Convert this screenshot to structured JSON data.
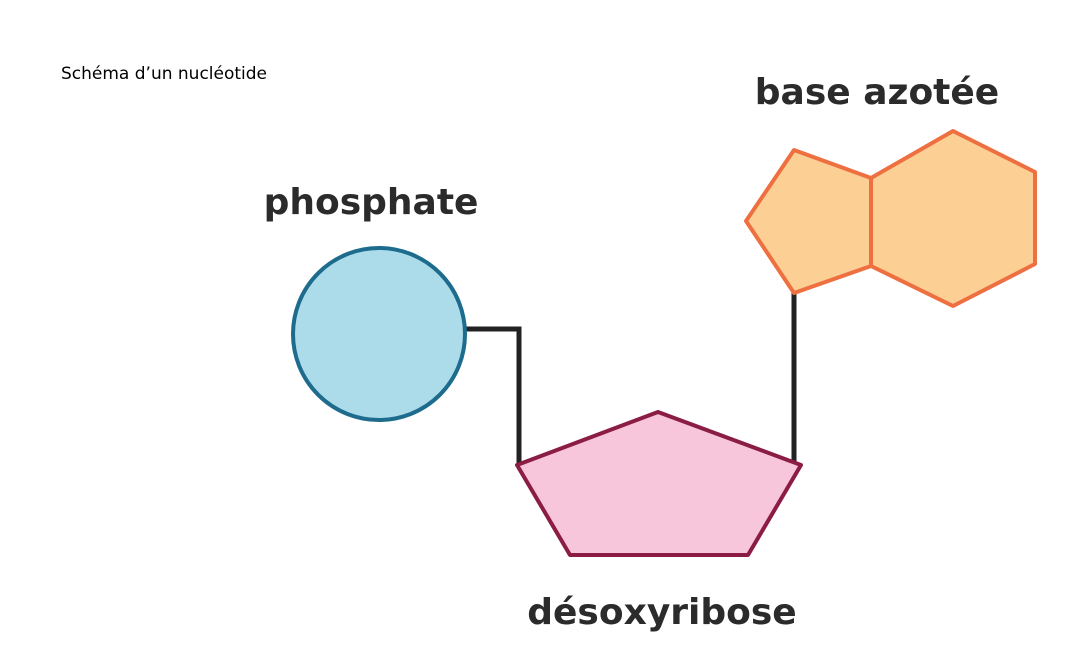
{
  "caption": "Schéma d’un nucléotide",
  "components": {
    "phosphate": {
      "label": "phosphate",
      "fill": "#acdbe9",
      "stroke": "#1d6b8d"
    },
    "base": {
      "label": "base azotée",
      "fill": "#fccf95",
      "stroke": "#ee7040"
    },
    "sugar": {
      "label": "désoxyribose",
      "fill": "#f7c6da",
      "stroke": "#8b1c43"
    }
  },
  "bond_color": "#222222"
}
